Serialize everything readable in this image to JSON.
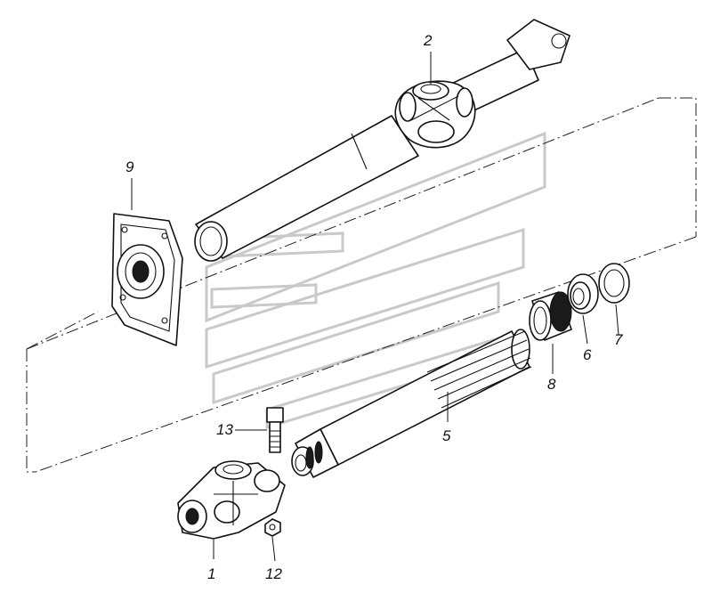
{
  "diagram": {
    "callouts": {
      "p1": "1",
      "p2": "2",
      "p5": "5",
      "p6": "6",
      "p7": "7",
      "p8": "8",
      "p9": "9",
      "p12": "12",
      "p13": "13"
    }
  }
}
